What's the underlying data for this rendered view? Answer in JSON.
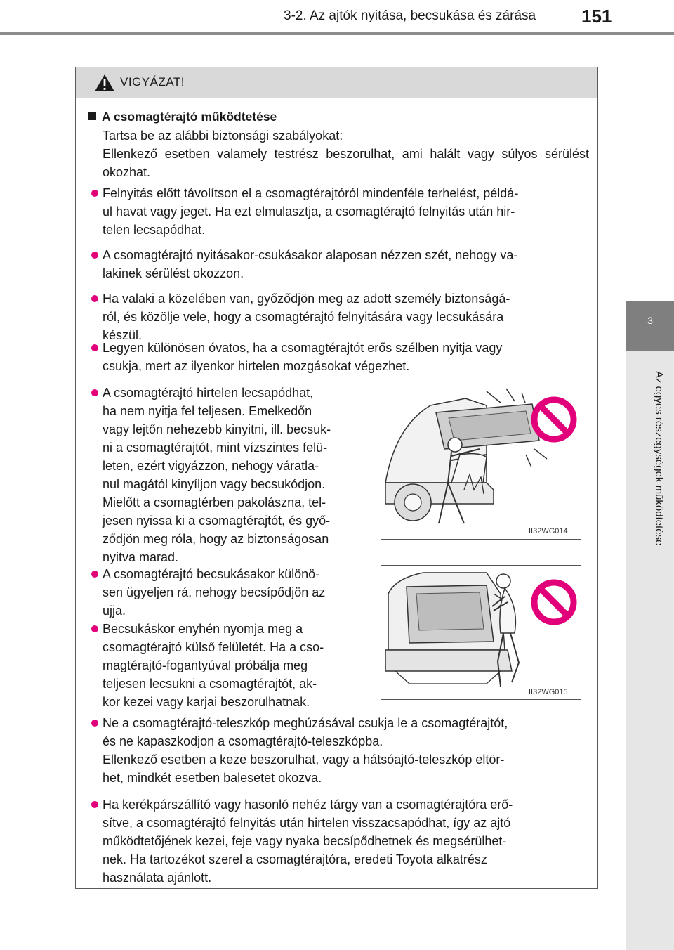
{
  "header": {
    "title": "3-2. Az ajtók nyitása, becsukása és zárása",
    "page_number": "151"
  },
  "chapter_tab": {
    "number": "3",
    "label": "Az egyes részegységek működtetése"
  },
  "warning": {
    "title": "VIGYÁZAT!",
    "section_title": "A csomagtérajtó működtetése",
    "intro": "Tartsa be az alábbi biztonsági szabályokat:\nEllenkező esetben valamely testrész beszorulhat, ami halált vagy súlyos sérülést okozhat.",
    "bullets": [
      "Felnyitás előtt távolítson el a csomagtérajtóról mindenféle terhelést, példá-\nul havat vagy jeget. Ha ezt elmulasztja, a csomagtérajtó felnyitás után hir-\ntelen lecsapódhat.",
      "A csomagtérajtó nyitásakor-csukásakor alaposan nézzen szét, nehogy va-\nlakinek sérülést okozzon.",
      "Ha valaki a közelében van, győződjön meg az adott személy biztonságá-\nról, és közölje vele, hogy a csomagtérajtó felnyitására vagy lecsukására\nkészül.",
      "Legyen különösen óvatos, ha a csomagtérajtót erős szélben nyitja vagy\ncsukja, mert az ilyenkor hirtelen mozgásokat végezhet.",
      "A csomagtérajtó hirtelen lecsapódhat,\nha nem nyitja fel teljesen. Emelkedőn\nvagy lejtőn nehezebb kinyitni, ill. becsuk-\nni a csomagtérajtót, mint vízszintes felü-\nleten, ezért vigyázzon, nehogy váratla-\nnul magától kinyíljon vagy becsukódjon.\nMielőtt a csomagtérben pakolászna, tel-\njesen nyissa ki a csomagtérajtót, és győ-\nződjön meg róla, hogy az biztonságosan\nnyitva marad.",
      "A csomagtérajtó becsukásakor különö-\nsen ügyeljen rá, nehogy becsípődjön az\nujja.",
      "Becsukáskor enyhén nyomja meg a\ncsomagtérajtó külső felületét. Ha a cso-\nmagtérajtó-fogantyúval próbálja meg\nteljesen lecsukni a csomagtérajtót, ak-\nkor kezei vagy karjai beszorulhatnak.",
      "Ne a csomagtérajtó-teleszkóp meghúzásával csukja le a csomagtérajtót,\nés ne kapaszkodjon a csomagtérajtó-teleszkópba.\nEllenkező esetben a keze beszorulhat, vagy a hátsóajtó-teleszkóp eltör-\nhet, mindkét esetben balesetet okozva.",
      "Ha kerékpárszállító vagy hasonló nehéz tárgy van a csomagtérajtóra erő-\nsítve, a csomagtérajtó felnyitás után hirtelen visszacsapódhat, így az ajtó\nműködtetőjének kezei, feje vagy nyaka becsípődhetnek és megsérülhet-\nnek. Ha tartozékot szerel a csomagtérajtóra, eredeti Toyota alkatrész\nhasználata ajánlott."
    ],
    "figures": [
      {
        "code": "II32WG014",
        "icon": "prohibition-icon"
      },
      {
        "code": "II32WG015",
        "icon": "prohibition-icon"
      }
    ]
  },
  "colors": {
    "accent": "#e1007a",
    "prohibition": "#e1007a",
    "header_gray": "#d9d9d9",
    "tab_gray": "#7f7f7f"
  }
}
